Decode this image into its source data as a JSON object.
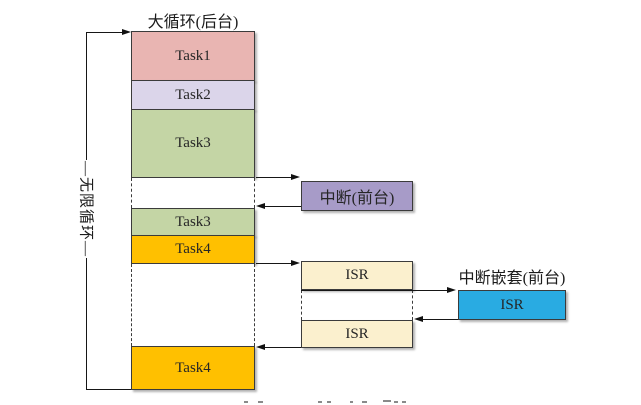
{
  "title": "大循环(后台)",
  "loop_label": "—无限循环—",
  "column": {
    "task1": "Task1",
    "task2": "Task2",
    "task3a": "Task3",
    "task3b": "Task3",
    "task4a": "Task4",
    "task4b": "Task4"
  },
  "foreground": {
    "interrupt_label": "中断(前台)",
    "isr1": "ISR",
    "isr2": "ISR",
    "nested_title": "中断嵌套(前台)",
    "nested_isr": "ISR"
  },
  "colors": {
    "task1": "#E9B5B2",
    "task2": "#DBD5EA",
    "task3": "#C4D5A5",
    "task4": "#FFC000",
    "interrupt": "#A79BC8",
    "isr": "#FBF0CE",
    "nested_isr": "#29ABE2"
  }
}
